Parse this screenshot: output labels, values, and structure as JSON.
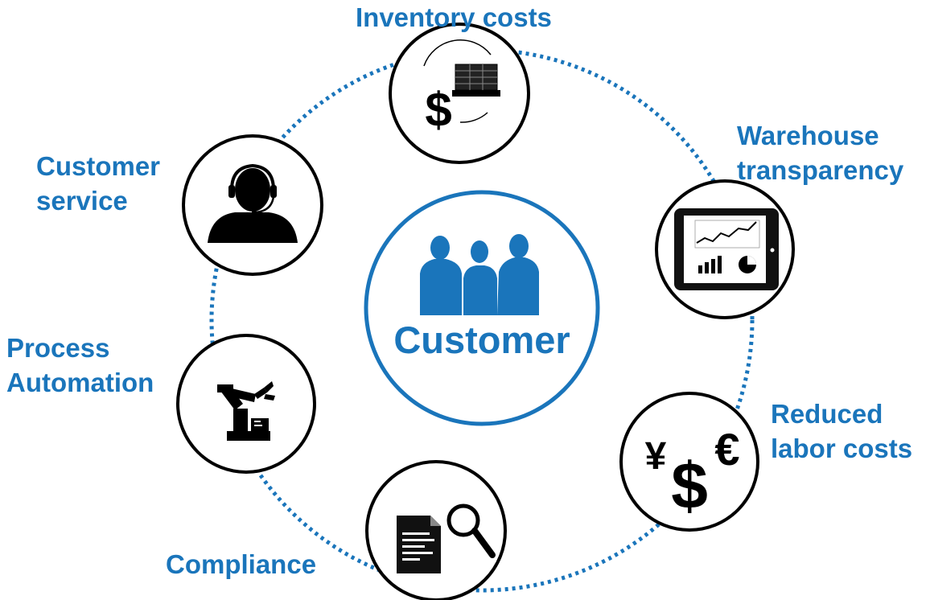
{
  "center": {
    "label": "Customer",
    "icon": "people-group-icon"
  },
  "nodes": [
    {
      "id": "inventory",
      "lines": [
        "Inventory costs"
      ],
      "icon": "dollar-pallet-icon"
    },
    {
      "id": "warehouse",
      "lines": [
        "Warehouse",
        "transparency"
      ],
      "icon": "tablet-chart-icon"
    },
    {
      "id": "labor",
      "lines": [
        "Reduced",
        "labor costs"
      ],
      "icon": "currency-symbols-icon"
    },
    {
      "id": "compliance",
      "lines": [
        "Compliance"
      ],
      "icon": "document-magnifier-icon"
    },
    {
      "id": "automation",
      "lines": [
        "Process",
        "Automation"
      ],
      "icon": "robot-arm-icon"
    },
    {
      "id": "service",
      "lines": [
        "Customer",
        "service"
      ],
      "icon": "headset-agent-icon"
    }
  ],
  "icon_text": {
    "dollar": "$",
    "yen": "¥",
    "euro": "€"
  },
  "colors": {
    "accent": "#1a75bb",
    "ink": "#000000"
  }
}
